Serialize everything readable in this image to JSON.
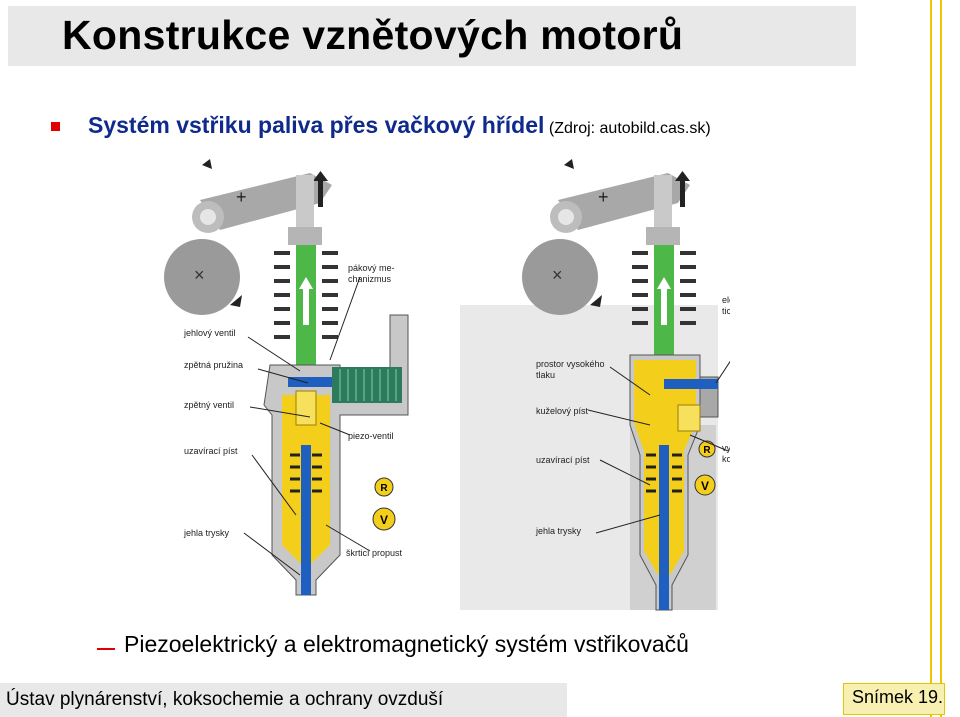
{
  "title": "Konstrukce vznětových motorů",
  "subtitle": {
    "main": "Systém vstřiku paliva přes vačkový hřídel",
    "source": "(Zdroj: autobild.cas.sk)"
  },
  "diagram_left": {
    "labels": {
      "lever": "pákový me-",
      "lever2": "chanizmus",
      "needle_valve": "jehlový ventil",
      "return_spring": "zpětná pružina",
      "check_valve": "zpětný ventil",
      "piezo_valve": "piezo-ventil",
      "closing_piston": "uzavírací píst",
      "nozzle_needle": "jehla trysky",
      "throttle": "škrticí propust"
    },
    "badges": {
      "r": "R",
      "v": "V"
    }
  },
  "diagram_right": {
    "labels": {
      "hp_space": "prostor vysokého",
      "hp_space2": "tlaku",
      "cone_piston": "kuželový píst",
      "closing_piston": "uzavírací píst",
      "nozzle_needle": "jehla trysky",
      "em_valve": "elektromagne-",
      "em_valve2": "tický ventil",
      "hp_chamber": "vysokotlaká",
      "hp_chamber2": "komora"
    },
    "badges": {
      "r": "R",
      "v": "V"
    }
  },
  "caption": "Piezoelektrický a elektromagnetický systém vstřikovačů",
  "footer": {
    "institute": "Ústav plynárenství, koksochemie a ochrany ovzduší",
    "slide": "Snímek 19."
  },
  "colors": {
    "title_blue": "#0f2a8c",
    "bullet_red": "#e00000",
    "accent_yellow": "#f2c300",
    "fuel_yellow": "#f3cf1c",
    "piston_green": "#4db848",
    "needle_blue": "#1f5fbf"
  }
}
